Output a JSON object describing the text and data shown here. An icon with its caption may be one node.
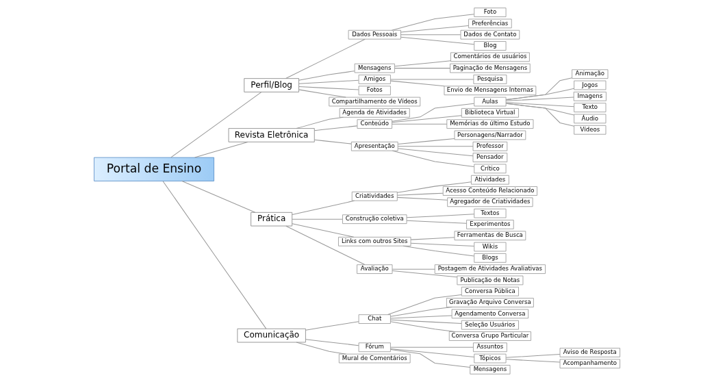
{
  "diagram": {
    "nodes": [
      {
        "text": [
          "Portal de Ensino"
        ]
      },
      {
        "text": [
          "Perfil/Blog"
        ]
      },
      {
        "text": [
          "Dados Pessoais"
        ]
      },
      {
        "text": [
          "Foto"
        ]
      },
      {
        "text": [
          "Preferências"
        ]
      },
      {
        "text": [
          "Dados de Contato"
        ]
      },
      {
        "text": [
          "Blog"
        ]
      },
      {
        "text": [
          "Mensagens"
        ]
      },
      {
        "text": [
          "Comentários de usuários"
        ]
      },
      {
        "text": [
          "Paginação de Mensagens"
        ]
      },
      {
        "text": [
          "Amigos"
        ]
      },
      {
        "text": [
          "Pesquisa"
        ]
      },
      {
        "text": [
          "Envio de Mensagens Internas"
        ]
      },
      {
        "text": [
          "Fotos"
        ]
      },
      {
        "text": [
          "Compartilhamento de Vídeos"
        ]
      },
      {
        "text": [
          "Revista Eletrônica"
        ]
      },
      {
        "text": [
          "Agenda de Atividades"
        ]
      },
      {
        "text": [
          "Conteúdo"
        ]
      },
      {
        "text": [
          "Aulas"
        ]
      },
      {
        "text": [
          "Animação"
        ]
      },
      {
        "text": [
          "Jogos"
        ]
      },
      {
        "text": [
          "Imagens"
        ]
      },
      {
        "text": [
          "Texto"
        ]
      },
      {
        "text": [
          "Áudio"
        ]
      },
      {
        "text": [
          "Vídeos"
        ]
      },
      {
        "text": [
          "Biblioteca Virtual"
        ]
      },
      {
        "text": [
          "Memórias do último Estudo"
        ]
      },
      {
        "text": [
          "Apresentação"
        ]
      },
      {
        "text": [
          "Personagens/Narrador"
        ]
      },
      {
        "text": [
          "Professor"
        ]
      },
      {
        "text": [
          "Pensador"
        ]
      },
      {
        "text": [
          "Crítico"
        ]
      },
      {
        "text": [
          "Prática"
        ]
      },
      {
        "text": [
          "Criatividades"
        ]
      },
      {
        "text": [
          "Atividades"
        ]
      },
      {
        "text": [
          "Acesso Conteúdo Relacionado"
        ]
      },
      {
        "text": [
          "Agregador de Criatividades"
        ]
      },
      {
        "text": [
          "Construção coletiva"
        ]
      },
      {
        "text": [
          "Textos"
        ]
      },
      {
        "text": [
          "Experimentos"
        ]
      },
      {
        "text": [
          "Links com outros Sites"
        ]
      },
      {
        "text": [
          "Ferramentas de Busca"
        ]
      },
      {
        "text": [
          "Wikis"
        ]
      },
      {
        "text": [
          "Blogs"
        ]
      },
      {
        "text": [
          "Avaliação"
        ]
      },
      {
        "text": [
          "Postagem de Atividades Avaliativas"
        ]
      },
      {
        "text": [
          "Publicação de Notas"
        ]
      },
      {
        "text": [
          "Comunicação"
        ]
      },
      {
        "text": [
          "Chat"
        ]
      },
      {
        "text": [
          "Conversa Pública"
        ]
      },
      {
        "text": [
          "Gravação Arquivo Conversa"
        ]
      },
      {
        "text": [
          "Agendamento Conversa"
        ]
      },
      {
        "text": [
          "Seleção Usuários"
        ]
      },
      {
        "text": [
          "Conversa Grupo Particular"
        ]
      },
      {
        "text": [
          "Fórum"
        ]
      },
      {
        "text": [
          "Assuntos"
        ]
      },
      {
        "text": [
          "Tópicos"
        ]
      },
      {
        "text": [
          "Aviso de Resposta"
        ]
      },
      {
        "text": [
          "Acompanhamento"
        ]
      },
      {
        "text": [
          "Mensagens"
        ]
      },
      {
        "text": [
          "Mural de Comentários"
        ]
      }
    ],
    "edges": [
      {
        "from": 0,
        "to": 1,
        "arrow": "none"
      },
      {
        "from": 1,
        "to": 2,
        "arrow": "none"
      },
      {
        "from": 2,
        "to": 3,
        "arrow": "none"
      },
      {
        "from": 2,
        "to": 4,
        "arrow": "none"
      },
      {
        "from": 2,
        "to": 5,
        "arrow": "none"
      },
      {
        "from": 2,
        "to": 6,
        "arrow": "none"
      },
      {
        "from": 1,
        "to": 7,
        "arrow": "none"
      },
      {
        "from": 7,
        "to": 8,
        "arrow": "none"
      },
      {
        "from": 7,
        "to": 9,
        "arrow": "none"
      },
      {
        "from": 1,
        "to": 10,
        "arrow": "none"
      },
      {
        "from": 10,
        "to": 11,
        "arrow": "none"
      },
      {
        "from": 10,
        "to": 12,
        "arrow": "none"
      },
      {
        "from": 1,
        "to": 13,
        "arrow": "none"
      },
      {
        "from": 1,
        "to": 14,
        "arrow": "none"
      },
      {
        "from": 0,
        "to": 15,
        "arrow": "none"
      },
      {
        "from": 15,
        "to": 16,
        "arrow": "none"
      },
      {
        "from": 15,
        "to": 17,
        "arrow": "none"
      },
      {
        "from": 17,
        "to": 18,
        "arrow": "none"
      },
      {
        "from": 18,
        "to": 19,
        "arrow": "none"
      },
      {
        "from": 18,
        "to": 20,
        "arrow": "none"
      },
      {
        "from": 18,
        "to": 21,
        "arrow": "none"
      },
      {
        "from": 18,
        "to": 22,
        "arrow": "none"
      },
      {
        "from": 18,
        "to": 23,
        "arrow": "none"
      },
      {
        "from": 18,
        "to": 24,
        "arrow": "none"
      },
      {
        "from": 17,
        "to": 25,
        "arrow": "none"
      },
      {
        "from": 17,
        "to": 26,
        "arrow": "none"
      },
      {
        "from": 15,
        "to": 27,
        "arrow": "none"
      },
      {
        "from": 27,
        "to": 28,
        "arrow": "none"
      },
      {
        "from": 27,
        "to": 29,
        "arrow": "none"
      },
      {
        "from": 27,
        "to": 30,
        "arrow": "none"
      },
      {
        "from": 27,
        "to": 31,
        "arrow": "none"
      },
      {
        "from": 0,
        "to": 32,
        "arrow": "none"
      },
      {
        "from": 32,
        "to": 33,
        "arrow": "none"
      },
      {
        "from": 33,
        "to": 34,
        "arrow": "none"
      },
      {
        "from": 33,
        "to": 35,
        "arrow": "none"
      },
      {
        "from": 33,
        "to": 36,
        "arrow": "none"
      },
      {
        "from": 32,
        "to": 37,
        "arrow": "none"
      },
      {
        "from": 37,
        "to": 38,
        "arrow": "none"
      },
      {
        "from": 37,
        "to": 39,
        "arrow": "none"
      },
      {
        "from": 32,
        "to": 40,
        "arrow": "none"
      },
      {
        "from": 40,
        "to": 41,
        "arrow": "none"
      },
      {
        "from": 40,
        "to": 42,
        "arrow": "none"
      },
      {
        "from": 40,
        "to": 43,
        "arrow": "none"
      },
      {
        "from": 32,
        "to": 44,
        "arrow": "none"
      },
      {
        "from": 44,
        "to": 45,
        "arrow": "none"
      },
      {
        "from": 44,
        "to": 46,
        "arrow": "none"
      },
      {
        "from": 0,
        "to": 47,
        "arrow": "none"
      },
      {
        "from": 47,
        "to": 48,
        "arrow": "none"
      },
      {
        "from": 48,
        "to": 49,
        "arrow": "none"
      },
      {
        "from": 48,
        "to": 50,
        "arrow": "none"
      },
      {
        "from": 48,
        "to": 51,
        "arrow": "none"
      },
      {
        "from": 48,
        "to": 52,
        "arrow": "none"
      },
      {
        "from": 48,
        "to": 53,
        "arrow": "none"
      },
      {
        "from": 47,
        "to": 54,
        "arrow": "none"
      },
      {
        "from": 54,
        "to": 55,
        "arrow": "none"
      },
      {
        "from": 54,
        "to": 56,
        "arrow": "none"
      },
      {
        "from": 56,
        "to": 57,
        "arrow": "none"
      },
      {
        "from": 56,
        "to": 58,
        "arrow": "none"
      },
      {
        "from": 54,
        "to": 59,
        "arrow": "none"
      },
      {
        "from": 47,
        "to": 60,
        "arrow": "none"
      }
    ]
  }
}
